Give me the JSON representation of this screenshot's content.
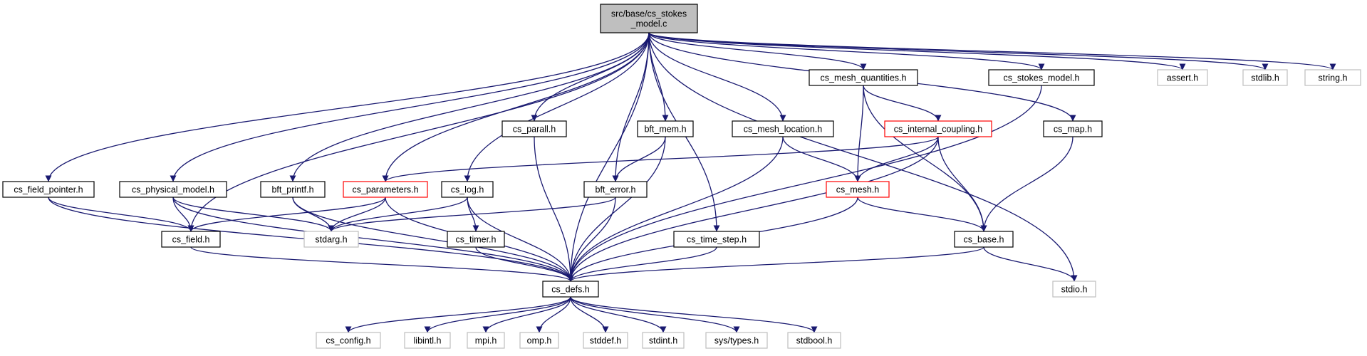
{
  "colors": {
    "edge": "#191970",
    "root_fill": "#bfbfbf",
    "normal_border": "#000000",
    "truncated_border": "#ff0000",
    "external_border": "#bfbfbf",
    "external_text": "#404040"
  },
  "nodes": [
    {
      "id": "root",
      "label_lines": [
        "src/base/cs_stokes",
        "_model.c"
      ],
      "kind": "root"
    },
    {
      "id": "cs_field_pointer",
      "label_lines": [
        "cs_field_pointer.h"
      ],
      "kind": "normal"
    },
    {
      "id": "cs_physical_model",
      "label_lines": [
        "cs_physical_model.h"
      ],
      "kind": "normal"
    },
    {
      "id": "bft_printf",
      "label_lines": [
        "bft_printf.h"
      ],
      "kind": "normal"
    },
    {
      "id": "cs_parameters",
      "label_lines": [
        "cs_parameters.h"
      ],
      "kind": "truncated"
    },
    {
      "id": "cs_log",
      "label_lines": [
        "cs_log.h"
      ],
      "kind": "normal"
    },
    {
      "id": "cs_parall",
      "label_lines": [
        "cs_parall.h"
      ],
      "kind": "normal"
    },
    {
      "id": "bft_mem",
      "label_lines": [
        "bft_mem.h"
      ],
      "kind": "normal"
    },
    {
      "id": "bft_error",
      "label_lines": [
        "bft_error.h"
      ],
      "kind": "normal"
    },
    {
      "id": "cs_mesh_quantities",
      "label_lines": [
        "cs_mesh_quantities.h"
      ],
      "kind": "normal"
    },
    {
      "id": "cs_mesh_location",
      "label_lines": [
        "cs_mesh_location.h"
      ],
      "kind": "normal"
    },
    {
      "id": "cs_internal_coupling",
      "label_lines": [
        "cs_internal_coupling.h"
      ],
      "kind": "truncated"
    },
    {
      "id": "cs_mesh",
      "label_lines": [
        "cs_mesh.h"
      ],
      "kind": "truncated"
    },
    {
      "id": "cs_stokes_model",
      "label_lines": [
        "cs_stokes_model.h"
      ],
      "kind": "normal"
    },
    {
      "id": "cs_map",
      "label_lines": [
        "cs_map.h"
      ],
      "kind": "normal"
    },
    {
      "id": "assert",
      "label_lines": [
        "assert.h"
      ],
      "kind": "external"
    },
    {
      "id": "stdlib",
      "label_lines": [
        "stdlib.h"
      ],
      "kind": "external"
    },
    {
      "id": "string",
      "label_lines": [
        "string.h"
      ],
      "kind": "external"
    },
    {
      "id": "cs_field",
      "label_lines": [
        "cs_field.h"
      ],
      "kind": "normal"
    },
    {
      "id": "stdarg",
      "label_lines": [
        "stdarg.h"
      ],
      "kind": "external"
    },
    {
      "id": "cs_timer",
      "label_lines": [
        "cs_timer.h"
      ],
      "kind": "normal"
    },
    {
      "id": "cs_time_step",
      "label_lines": [
        "cs_time_step.h"
      ],
      "kind": "normal"
    },
    {
      "id": "cs_base",
      "label_lines": [
        "cs_base.h"
      ],
      "kind": "normal"
    },
    {
      "id": "cs_defs",
      "label_lines": [
        "cs_defs.h"
      ],
      "kind": "normal"
    },
    {
      "id": "stdio",
      "label_lines": [
        "stdio.h"
      ],
      "kind": "external"
    },
    {
      "id": "cs_config",
      "label_lines": [
        "cs_config.h"
      ],
      "kind": "external"
    },
    {
      "id": "libintl",
      "label_lines": [
        "libintl.h"
      ],
      "kind": "external"
    },
    {
      "id": "mpi",
      "label_lines": [
        "mpi.h"
      ],
      "kind": "external"
    },
    {
      "id": "omp",
      "label_lines": [
        "omp.h"
      ],
      "kind": "external"
    },
    {
      "id": "stddef",
      "label_lines": [
        "stddef.h"
      ],
      "kind": "external"
    },
    {
      "id": "stdint",
      "label_lines": [
        "stdint.h"
      ],
      "kind": "external"
    },
    {
      "id": "sys_types",
      "label_lines": [
        "sys/types.h"
      ],
      "kind": "external"
    },
    {
      "id": "stdbool",
      "label_lines": [
        "stdbool.h"
      ],
      "kind": "external"
    }
  ],
  "edges": [
    [
      "root",
      "cs_field_pointer"
    ],
    [
      "root",
      "cs_physical_model"
    ],
    [
      "root",
      "bft_printf"
    ],
    [
      "root",
      "cs_parameters"
    ],
    [
      "root",
      "cs_log"
    ],
    [
      "root",
      "cs_parall"
    ],
    [
      "root",
      "bft_mem"
    ],
    [
      "root",
      "bft_error"
    ],
    [
      "root",
      "cs_mesh_quantities"
    ],
    [
      "root",
      "cs_mesh_location"
    ],
    [
      "root",
      "cs_stokes_model"
    ],
    [
      "root",
      "cs_map"
    ],
    [
      "root",
      "assert"
    ],
    [
      "root",
      "stdlib"
    ],
    [
      "root",
      "string"
    ],
    [
      "root",
      "cs_field"
    ],
    [
      "root",
      "cs_defs"
    ],
    [
      "root",
      "cs_time_step"
    ],
    [
      "root",
      "stdio"
    ],
    [
      "cs_field_pointer",
      "cs_field"
    ],
    [
      "cs_field_pointer",
      "cs_defs"
    ],
    [
      "cs_physical_model",
      "cs_field"
    ],
    [
      "cs_physical_model",
      "stdarg"
    ],
    [
      "cs_physical_model",
      "cs_defs"
    ],
    [
      "bft_printf",
      "stdarg"
    ],
    [
      "bft_printf",
      "cs_defs"
    ],
    [
      "cs_parameters",
      "cs_field"
    ],
    [
      "cs_parameters",
      "stdarg"
    ],
    [
      "cs_parameters",
      "cs_defs"
    ],
    [
      "cs_log",
      "stdarg"
    ],
    [
      "cs_log",
      "cs_timer"
    ],
    [
      "cs_log",
      "cs_defs"
    ],
    [
      "cs_parall",
      "cs_defs"
    ],
    [
      "bft_mem",
      "bft_error"
    ],
    [
      "bft_mem",
      "cs_defs"
    ],
    [
      "bft_error",
      "stdarg"
    ],
    [
      "bft_error",
      "cs_defs"
    ],
    [
      "cs_mesh_quantities",
      "cs_internal_coupling"
    ],
    [
      "cs_mesh_quantities",
      "cs_mesh"
    ],
    [
      "cs_mesh_quantities",
      "cs_base"
    ],
    [
      "cs_mesh_location",
      "cs_mesh"
    ],
    [
      "cs_mesh_location",
      "cs_defs"
    ],
    [
      "cs_internal_coupling",
      "cs_parameters"
    ],
    [
      "cs_internal_coupling",
      "cs_mesh"
    ],
    [
      "cs_internal_coupling",
      "cs_base"
    ],
    [
      "cs_internal_coupling",
      "cs_defs"
    ],
    [
      "cs_mesh",
      "cs_base"
    ],
    [
      "cs_mesh",
      "cs_defs"
    ],
    [
      "cs_stokes_model",
      "cs_defs"
    ],
    [
      "cs_map",
      "cs_base"
    ],
    [
      "cs_field",
      "cs_defs"
    ],
    [
      "cs_timer",
      "cs_defs"
    ],
    [
      "cs_time_step",
      "cs_defs"
    ],
    [
      "cs_base",
      "cs_defs"
    ],
    [
      "cs_base",
      "stdio"
    ],
    [
      "cs_defs",
      "cs_config"
    ],
    [
      "cs_defs",
      "libintl"
    ],
    [
      "cs_defs",
      "mpi"
    ],
    [
      "cs_defs",
      "omp"
    ],
    [
      "cs_defs",
      "stddef"
    ],
    [
      "cs_defs",
      "stdint"
    ],
    [
      "cs_defs",
      "sys_types"
    ],
    [
      "cs_defs",
      "stdbool"
    ]
  ]
}
